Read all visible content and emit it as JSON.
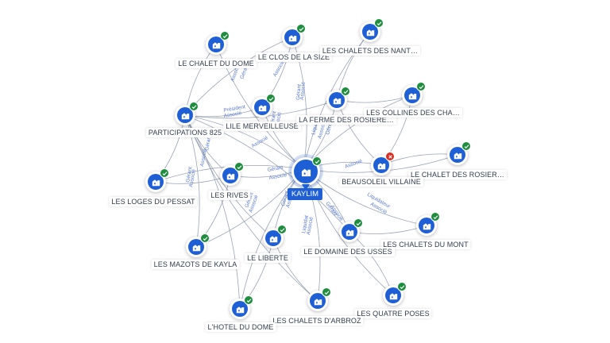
{
  "colors": {
    "accent": "#1f5fd6",
    "ok": "#1e8e3e",
    "ko": "#d93025",
    "edge": "#8a94a8",
    "edge_label": "#5a7bd0"
  },
  "center": {
    "label": "KAYLIM",
    "icon": "building-icon",
    "status": "ok"
  },
  "nodes": [
    {
      "label": "LE CHALET DU DOME",
      "status": "ok"
    },
    {
      "label": "LE CLOS DE LA SIZE",
      "status": "ok"
    },
    {
      "label": "LES CHALETS DES NANT…",
      "status": "ok"
    },
    {
      "label": "PARTICIPATIONS 825",
      "status": "ok"
    },
    {
      "label": "LILE MERVEILLEUSE",
      "status": "ok"
    },
    {
      "label": "LA FERME DES ROSIERE…",
      "status": "ok"
    },
    {
      "label": "LES COLLINES DES CHA…",
      "status": "ok"
    },
    {
      "label": "LE CHALET DES ROSIER…",
      "status": "ok"
    },
    {
      "label": "BEAUSOLEIL VILLAINE",
      "status": "ko"
    },
    {
      "label": "LES LOGES DU PESSAT",
      "status": "ok"
    },
    {
      "label": "LES RIVES",
      "status": "ok"
    },
    {
      "label": "LES CHALETS DU MONT",
      "status": "ok"
    },
    {
      "label": "LES MAZOTS DE KAYLA",
      "status": "ok"
    },
    {
      "label": "LE LIBERTE",
      "status": "ok"
    },
    {
      "label": "LE DOMAINE DES USSES",
      "status": "ok"
    },
    {
      "label": "LES QUATRE POSES",
      "status": "ok"
    },
    {
      "label": "LES CHALETS D'ARBROZ",
      "status": "ok"
    },
    {
      "label": "L'HOTEL DU DOME",
      "status": "ok"
    }
  ],
  "edge_labels": [
    "Associé",
    "Gérant",
    "Associé",
    "Gérant",
    "Associé",
    "Liquidat",
    "Associé",
    "Gérant",
    "Associé",
    "Président",
    "Associé",
    "Gérant",
    "Associé",
    "Gérant",
    "Associé",
    "Gérant",
    "Associé",
    "Gérant",
    "Associé",
    "Liquidat",
    "Associé",
    "Gérant",
    "Associé",
    "Associé",
    "Liquidateur",
    "Associé",
    "Gérant",
    "Associé",
    "Gérant",
    "Associé"
  ]
}
